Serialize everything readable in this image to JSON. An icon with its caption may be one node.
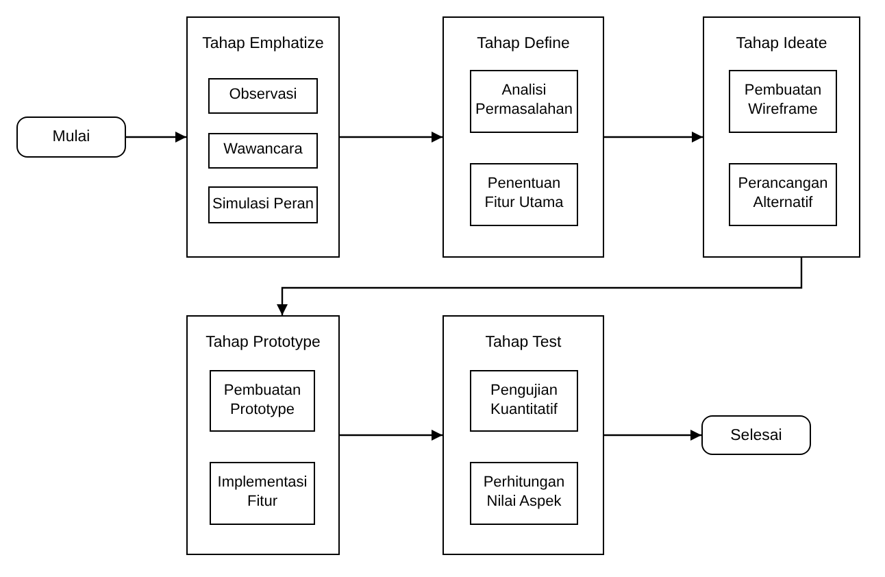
{
  "diagram": {
    "nodes": [
      {
        "text": [
          "Mulai"
        ]
      },
      {
        "text": [
          "Tahap Emphatize"
        ]
      },
      {
        "text": [
          "Observasi"
        ],
        "in": 1
      },
      {
        "text": [
          "Wawancara"
        ],
        "in": 1
      },
      {
        "text": [
          "Simulasi Peran"
        ],
        "in": 1
      },
      {
        "text": [
          "Tahap Define"
        ]
      },
      {
        "text": [
          "Analisi Permasalahan"
        ],
        "in": 5
      },
      {
        "text": [
          "Penentuan Fitur Utama"
        ],
        "in": 5
      },
      {
        "text": [
          "Tahap Ideate"
        ]
      },
      {
        "text": [
          "Pembuatan Wireframe"
        ],
        "in": 8
      },
      {
        "text": [
          "Perancangan Alternatif"
        ],
        "in": 8
      },
      {
        "text": [
          "Tahap Prototype"
        ]
      },
      {
        "text": [
          "Pembuatan Prototype"
        ],
        "in": 11
      },
      {
        "text": [
          "Implementasi Fitur"
        ],
        "in": 11
      },
      {
        "text": [
          "Tahap Test"
        ]
      },
      {
        "text": [
          "Pengujian Kuantitatif"
        ],
        "in": 14
      },
      {
        "text": [
          "Perhitungan Nilai Aspek"
        ],
        "in": 14
      },
      {
        "text": [
          "Selesai"
        ]
      }
    ],
    "edges": [
      {
        "from": 0,
        "to": 1,
        "arrow": "to"
      },
      {
        "from": 1,
        "to": 5,
        "arrow": "to"
      },
      {
        "from": 5,
        "to": 8,
        "arrow": "to"
      },
      {
        "from": 8,
        "to": 11,
        "arrow": "to"
      },
      {
        "from": 11,
        "to": 14,
        "arrow": "to"
      },
      {
        "from": 14,
        "to": 17,
        "arrow": "to"
      }
    ]
  }
}
